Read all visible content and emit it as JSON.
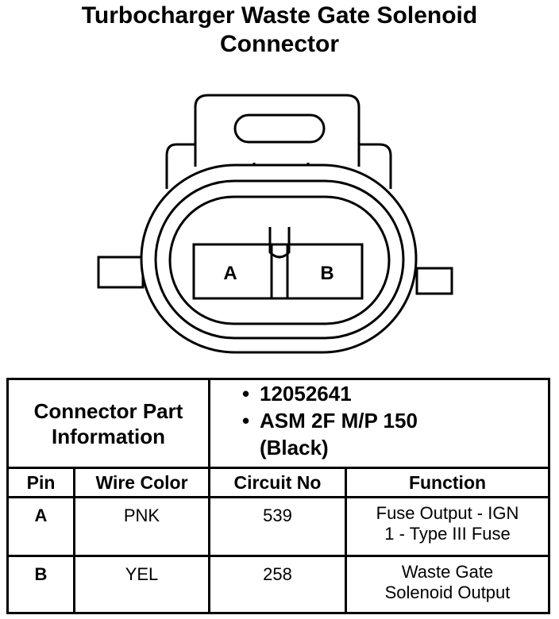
{
  "title": {
    "line1": "Turbocharger Waste Gate Solenoid",
    "line2": "Connector"
  },
  "connector": {
    "pin_a": "A",
    "pin_b": "B"
  },
  "part_info": {
    "label_line1": "Connector Part",
    "label_line2": "Information",
    "bullet": "•",
    "part_number": "12052641",
    "asm": "ASM 2F M/P 150",
    "color": "(Black)"
  },
  "columns": {
    "pin": "Pin",
    "wire_color": "Wire Color",
    "circuit_no": "Circuit No",
    "function": "Function"
  },
  "rows": [
    {
      "pin": "A",
      "wire_color": "PNK",
      "circuit_no": "539",
      "function_line1": "Fuse Output - IGN",
      "function_line2": "1 - Type III Fuse"
    },
    {
      "pin": "B",
      "wire_color": "YEL",
      "circuit_no": "258",
      "function_line1": "Waste Gate",
      "function_line2": "Solenoid Output"
    }
  ]
}
